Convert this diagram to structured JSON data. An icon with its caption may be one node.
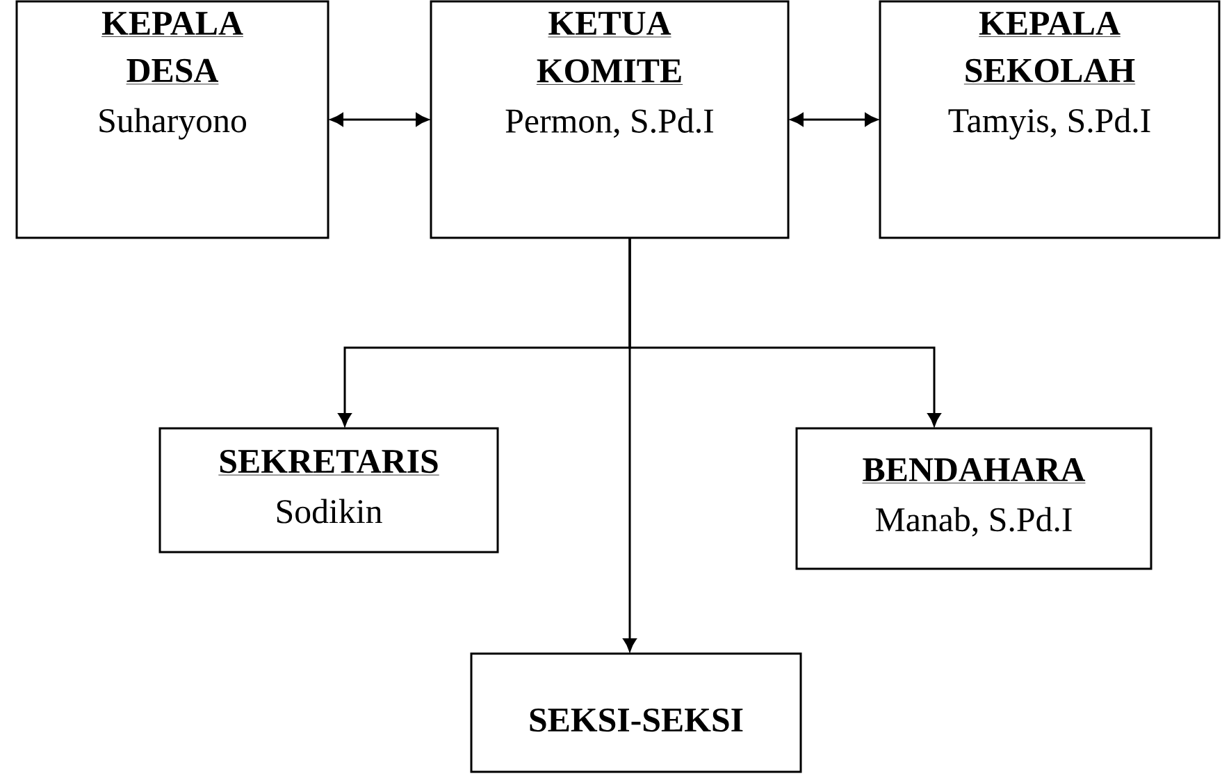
{
  "diagram": {
    "nodes": [
      {
        "text": [
          "KEPALA DESA",
          "Suharyono"
        ]
      },
      {
        "text": [
          "KETUA KOMITE",
          "Permon, S.Pd.I"
        ]
      },
      {
        "text": [
          "KEPALA SEKOLAH",
          "Tamyis, S.Pd.I"
        ]
      },
      {
        "text": [
          "SEKRETARIS",
          "Sodikin"
        ]
      },
      {
        "text": [
          "BENDAHARA",
          "Manab, S.Pd.I"
        ]
      },
      {
        "text": [
          "SEKSI-SEKSI"
        ]
      }
    ],
    "edges": [
      {
        "from": 0,
        "to": 1,
        "arrow": "both"
      },
      {
        "from": 1,
        "to": 2,
        "arrow": "both"
      },
      {
        "from": 1,
        "to": 3,
        "arrow": "to"
      },
      {
        "from": 1,
        "to": 4,
        "arrow": "to"
      },
      {
        "from": 1,
        "to": 5,
        "arrow": "to"
      }
    ]
  }
}
